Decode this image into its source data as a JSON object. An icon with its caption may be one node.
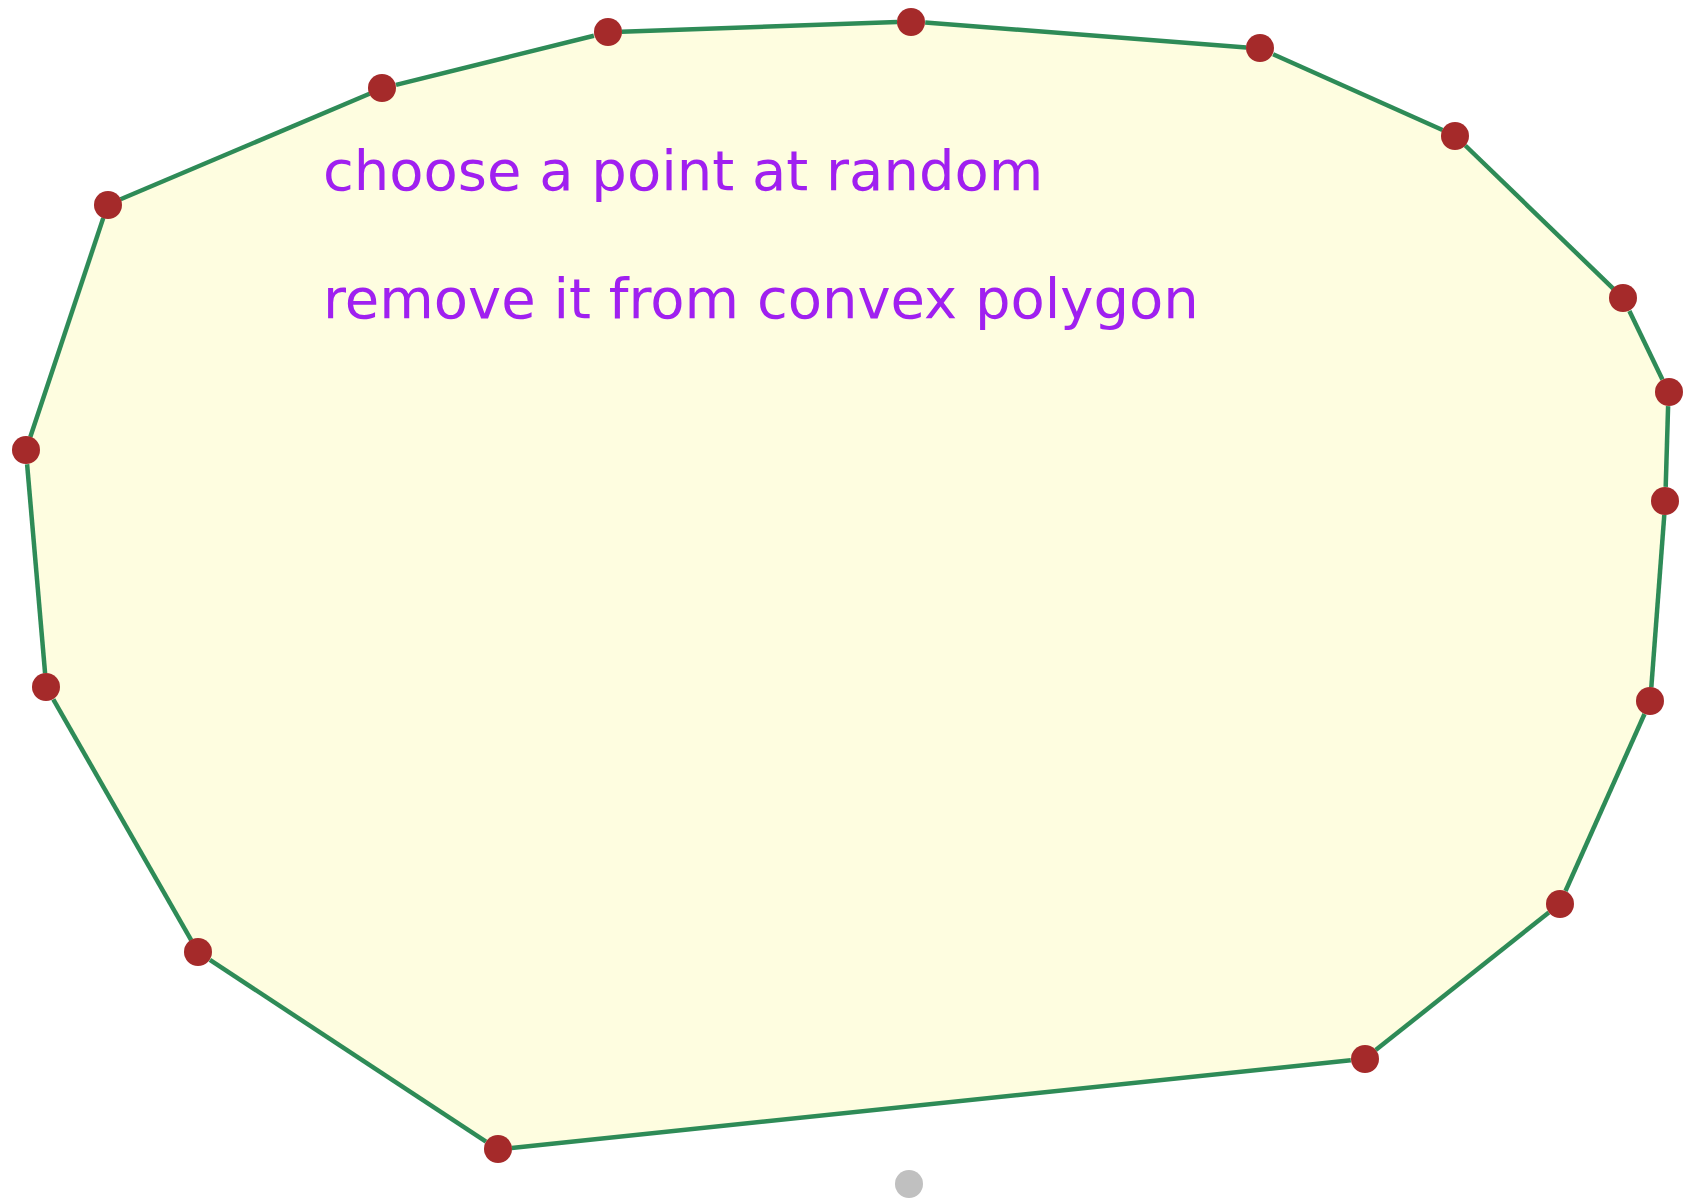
{
  "diagram": {
    "nodes": [
      {
        "text": [],
        "shape": "circle"
      },
      {
        "text": [],
        "shape": "circle"
      },
      {
        "text": [],
        "shape": "circle"
      },
      {
        "text": [],
        "shape": "circle"
      },
      {
        "text": [],
        "shape": "circle"
      },
      {
        "text": [],
        "shape": "circle"
      },
      {
        "text": [],
        "shape": "circle"
      },
      {
        "text": [],
        "shape": "circle"
      },
      {
        "text": [],
        "shape": "circle"
      },
      {
        "text": [],
        "shape": "circle"
      },
      {
        "text": [],
        "shape": "circle"
      },
      {
        "text": [],
        "shape": "circle"
      },
      {
        "text": [],
        "shape": "circle"
      },
      {
        "text": [],
        "shape": "circle"
      },
      {
        "text": [],
        "shape": "circle"
      },
      {
        "text": [],
        "shape": "circle"
      },
      {
        "text": [],
        "shape": "circle"
      }
    ],
    "edges": [
      {
        "from": 0,
        "to": 1,
        "arrow": "none"
      },
      {
        "from": 1,
        "to": 2,
        "arrow": "none"
      },
      {
        "from": 2,
        "to": 3,
        "arrow": "none"
      },
      {
        "from": 3,
        "to": 4,
        "arrow": "none"
      },
      {
        "from": 4,
        "to": 5,
        "arrow": "none"
      },
      {
        "from": 5,
        "to": 6,
        "arrow": "none"
      },
      {
        "from": 6,
        "to": 7,
        "arrow": "none"
      },
      {
        "from": 7,
        "to": 8,
        "arrow": "none"
      },
      {
        "from": 8,
        "to": 9,
        "arrow": "none"
      },
      {
        "from": 9,
        "to": 10,
        "arrow": "none"
      },
      {
        "from": 10,
        "to": 11,
        "arrow": "none"
      },
      {
        "from": 11,
        "to": 12,
        "arrow": "none"
      },
      {
        "from": 12,
        "to": 13,
        "arrow": "none"
      },
      {
        "from": 13,
        "to": 14,
        "arrow": "none"
      },
      {
        "from": 14,
        "to": 15,
        "arrow": "none"
      },
      {
        "from": 15,
        "to": 0,
        "arrow": "none"
      }
    ],
    "labels": [
      "choose a point at random",
      "remove it from convex polygon"
    ]
  }
}
